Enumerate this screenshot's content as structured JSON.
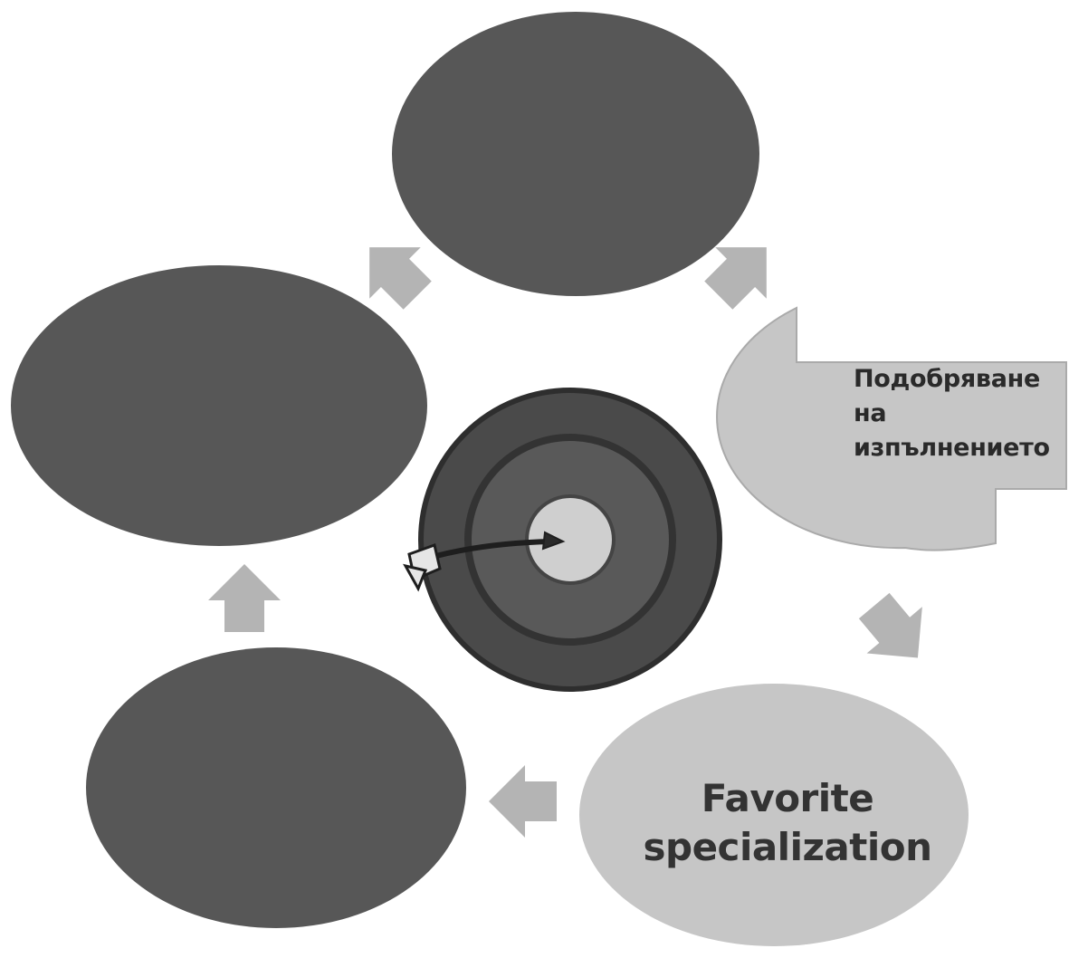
{
  "diagram": {
    "nodes": [
      {
        "id": "top",
        "label": ""
      },
      {
        "id": "left",
        "label": ""
      },
      {
        "id": "bottom-left",
        "label": ""
      },
      {
        "id": "right",
        "label": "Подобряване на изпълнението"
      },
      {
        "id": "bottom-right",
        "label": "Favorite specialization"
      }
    ],
    "center": {
      "icon": "target-with-arrow-icon"
    },
    "arrows": [
      {
        "from": "left",
        "to": "top"
      },
      {
        "from": "top",
        "to": "right"
      },
      {
        "from": "right",
        "to": "bottom-right"
      },
      {
        "from": "bottom-right",
        "to": "bottom-left"
      },
      {
        "from": "bottom-left",
        "to": "left"
      }
    ],
    "colors": {
      "dark_node": "#575757",
      "light_node": "#c6c6c6",
      "arrow": "#b4b4b4",
      "target_outer": "#4a4a4a",
      "target_ring": "#595959",
      "target_center": "#cfcfcf"
    }
  }
}
